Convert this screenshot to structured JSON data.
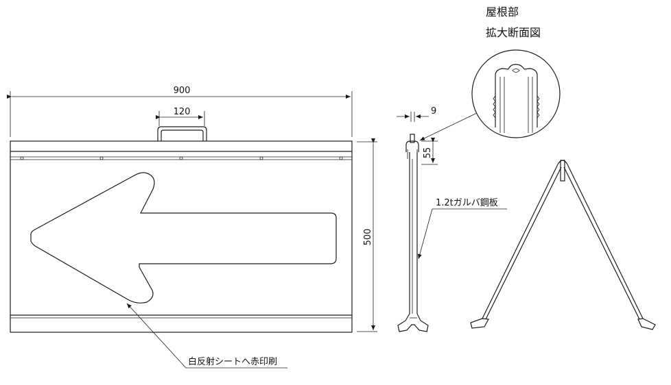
{
  "dimensions": {
    "width": "900",
    "handle": "120",
    "height": "500",
    "thickness": "9",
    "roof": "55"
  },
  "labels": {
    "detail_title_1": "屋根部",
    "detail_title_2": "拡大断面図",
    "steel_plate": "1.2tガルバ鋼板",
    "reflective_sheet": "白反射シートへ赤印刷"
  }
}
